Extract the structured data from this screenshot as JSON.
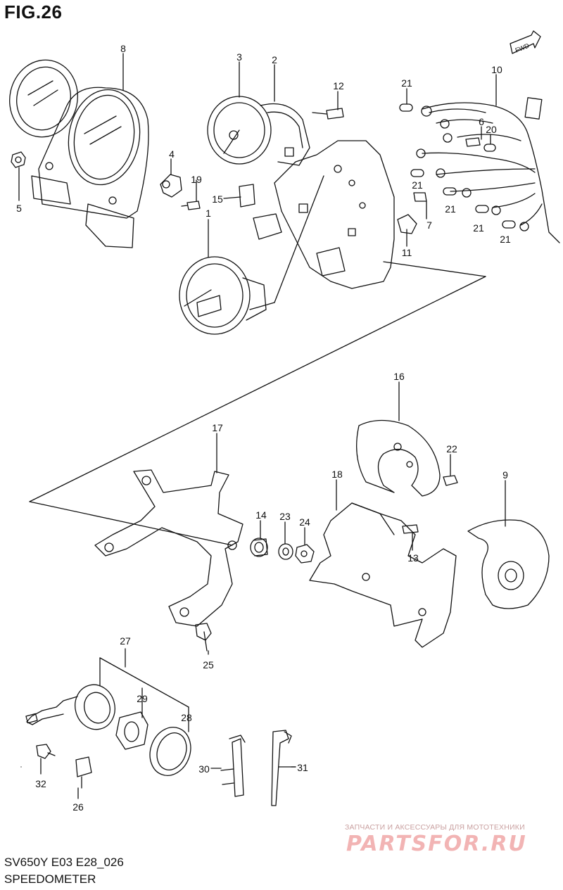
{
  "figure": {
    "title": "FIG.26"
  },
  "fwd_arrow": {
    "label": "FWD"
  },
  "callouts": [
    {
      "id": "8",
      "label": "8"
    },
    {
      "id": "3",
      "label": "3"
    },
    {
      "id": "2",
      "label": "2"
    },
    {
      "id": "12",
      "label": "12"
    },
    {
      "id": "21a",
      "label": "21"
    },
    {
      "id": "10",
      "label": "10"
    },
    {
      "id": "4",
      "label": "4"
    },
    {
      "id": "19",
      "label": "19"
    },
    {
      "id": "15",
      "label": "15"
    },
    {
      "id": "5",
      "label": "5"
    },
    {
      "id": "6",
      "label": "6"
    },
    {
      "id": "20",
      "label": "20"
    },
    {
      "id": "21b",
      "label": "21"
    },
    {
      "id": "7",
      "label": "7"
    },
    {
      "id": "21c",
      "label": "21"
    },
    {
      "id": "1",
      "label": "1"
    },
    {
      "id": "21d",
      "label": "21"
    },
    {
      "id": "21e",
      "label": "21"
    },
    {
      "id": "11",
      "label": "11"
    },
    {
      "id": "16",
      "label": "16"
    },
    {
      "id": "17",
      "label": "17"
    },
    {
      "id": "22",
      "label": "22"
    },
    {
      "id": "18",
      "label": "18"
    },
    {
      "id": "9",
      "label": "9"
    },
    {
      "id": "14",
      "label": "14"
    },
    {
      "id": "23",
      "label": "23"
    },
    {
      "id": "24",
      "label": "24"
    },
    {
      "id": "13",
      "label": "13"
    },
    {
      "id": "25",
      "label": "25"
    },
    {
      "id": "27",
      "label": "27"
    },
    {
      "id": "29",
      "label": "29"
    },
    {
      "id": "28",
      "label": "28"
    },
    {
      "id": "30",
      "label": "30"
    },
    {
      "id": "31",
      "label": "31"
    },
    {
      "id": "32",
      "label": "32"
    },
    {
      "id": "26",
      "label": "26"
    }
  ],
  "footer": {
    "model_code": "SV650Y E03 E28_026",
    "section_name": "SPEEDOMETER"
  },
  "watermark": {
    "tagline": "ЗАПЧАСТИ И АКСЕССУАРЫ ДЛЯ МОТОТЕХНИКИ",
    "logo": "PARTSFOR.RU"
  }
}
